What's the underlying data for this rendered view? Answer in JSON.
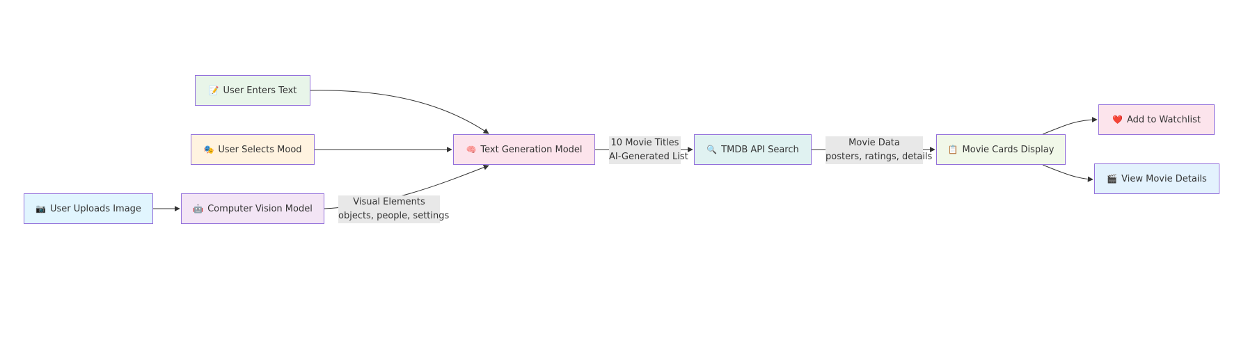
{
  "diagram": {
    "nodes": [
      {
        "id": "upload",
        "label": "User Uploads Image",
        "icon": "📷",
        "icon_name": "camera-icon",
        "fill": "#e1f5fe"
      },
      {
        "id": "text",
        "label": "User Enters Text",
        "icon": "📝",
        "icon_name": "memo-icon",
        "fill": "#e8f5e9"
      },
      {
        "id": "mood",
        "label": "User Selects Mood",
        "icon": "🎭",
        "icon_name": "theater-masks-icon",
        "fill": "#fff3e0"
      },
      {
        "id": "vision",
        "label": "Computer Vision Model",
        "icon": "🤖",
        "icon_name": "robot-icon",
        "fill": "#f3e5f5"
      },
      {
        "id": "textgen",
        "label": "Text Generation Model",
        "icon": "🧠",
        "icon_name": "brain-icon",
        "fill": "#fce4ec"
      },
      {
        "id": "tmdb",
        "label": "TMDB API Search",
        "icon": "🔍",
        "icon_name": "magnifier-icon",
        "fill": "#e0f2f1"
      },
      {
        "id": "cards",
        "label": "Movie Cards Display",
        "icon": "📋",
        "icon_name": "clipboard-icon",
        "fill": "#f1f8e9"
      },
      {
        "id": "watchlist",
        "label": "Add to Watchlist",
        "icon": "❤️",
        "icon_name": "heart-icon",
        "fill": "#fce4ec"
      },
      {
        "id": "details",
        "label": "View Movie Details",
        "icon": "🎬",
        "icon_name": "clapperboard-icon",
        "fill": "#e3f2fd"
      }
    ],
    "edges": [
      {
        "from": "upload",
        "to": "vision"
      },
      {
        "from": "text",
        "to": "textgen"
      },
      {
        "from": "mood",
        "to": "textgen"
      },
      {
        "from": "vision",
        "to": "textgen",
        "label": [
          "Visual Elements",
          "objects, people, settings"
        ]
      },
      {
        "from": "textgen",
        "to": "tmdb",
        "label": [
          "10 Movie Titles",
          "AI-Generated List"
        ]
      },
      {
        "from": "tmdb",
        "to": "cards",
        "label": [
          "Movie Data",
          "posters, ratings, details"
        ]
      },
      {
        "from": "cards",
        "to": "watchlist"
      },
      {
        "from": "cards",
        "to": "details"
      }
    ],
    "colors": {
      "node_border": "#9370db",
      "edge_stroke": "#333333",
      "edge_label_background": "#e8e8e8"
    }
  }
}
